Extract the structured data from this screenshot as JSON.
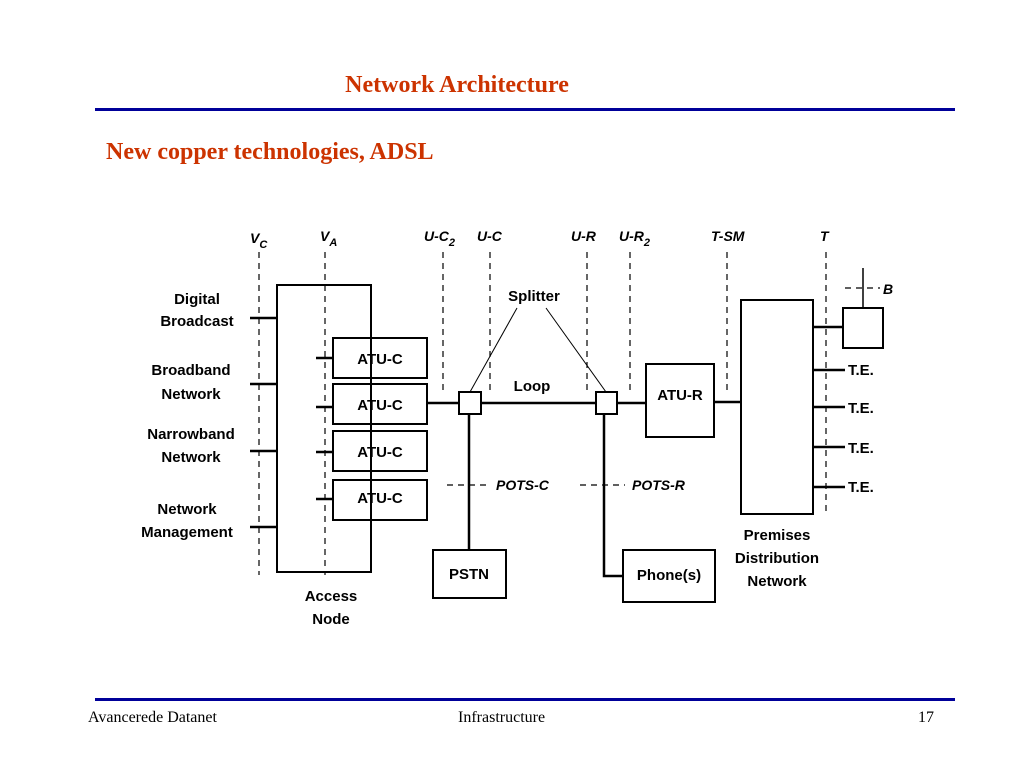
{
  "slide": {
    "title": "Network Architecture",
    "subtitle": "New copper technologies, ADSL"
  },
  "footer": {
    "left": "Avancerede Datanet",
    "center": "Infrastructure",
    "page": "17"
  },
  "diagram": {
    "reference_points": {
      "vc": "V",
      "vc_sub": "C",
      "va": "V",
      "va_sub": "A",
      "uc2": "U-C",
      "uc2_sub": "2",
      "uc": "U-C",
      "ur": "U-R",
      "ur2": "U-R",
      "ur2_sub": "2",
      "tsm": "T-SM",
      "t": "T",
      "b": "B",
      "pots_c": "POTS-C",
      "pots_r": "POTS-R"
    },
    "inputs": {
      "digital_1": "Digital",
      "digital_2": "Broadcast",
      "broadband_1": "Broadband",
      "broadband_2": "Network",
      "narrowband_1": "Narrowband",
      "narrowband_2": "Network",
      "mgmt_1": "Network",
      "mgmt_2": "Management"
    },
    "atu_c": [
      "ATU-C",
      "ATU-C",
      "ATU-C",
      "ATU-C"
    ],
    "access_node_1": "Access",
    "access_node_2": "Node",
    "splitter": "Splitter",
    "loop": "Loop",
    "atu_r": "ATU-R",
    "pstn": "PSTN",
    "phones": "Phone(s)",
    "premises_1": "Premises",
    "premises_2": "Distribution",
    "premises_3": "Network",
    "te": [
      "T.E.",
      "T.E.",
      "T.E.",
      "T.E."
    ]
  }
}
